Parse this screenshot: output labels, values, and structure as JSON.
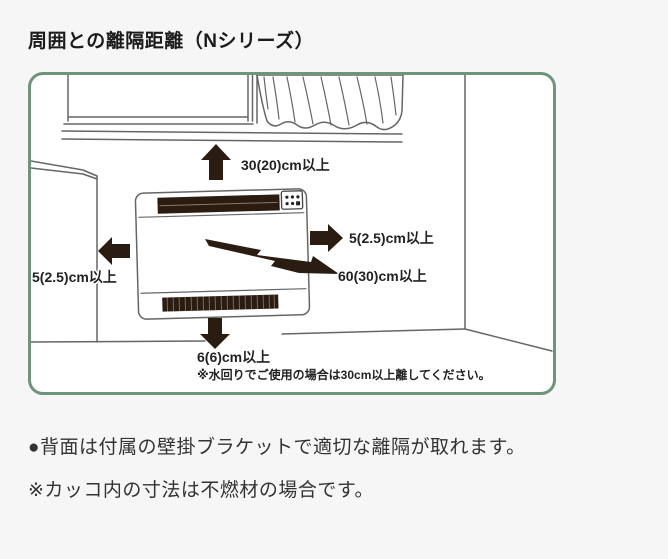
{
  "page": {
    "title": "周囲との離隔距離（Nシリーズ）",
    "background_color": "#f6f6f6"
  },
  "diagram": {
    "border_color": "#6e947b",
    "arrow_color": "#2b1c12",
    "line_color": "#666666",
    "clearances": {
      "top": "30(20)cm以上",
      "right": "5(2.5)cm以上",
      "left": "5(2.5)cm以上",
      "front": "60(30)cm以上",
      "bottom": "6(6)cm以上"
    },
    "note": "※水回りでご使用の場合は30cm以上離してください。"
  },
  "footnotes": {
    "line1": "●背面は付属の壁掛ブラケットで適切な離隔が取れます。",
    "line2": "※カッコ内の寸法は不燃材の場合です。"
  }
}
